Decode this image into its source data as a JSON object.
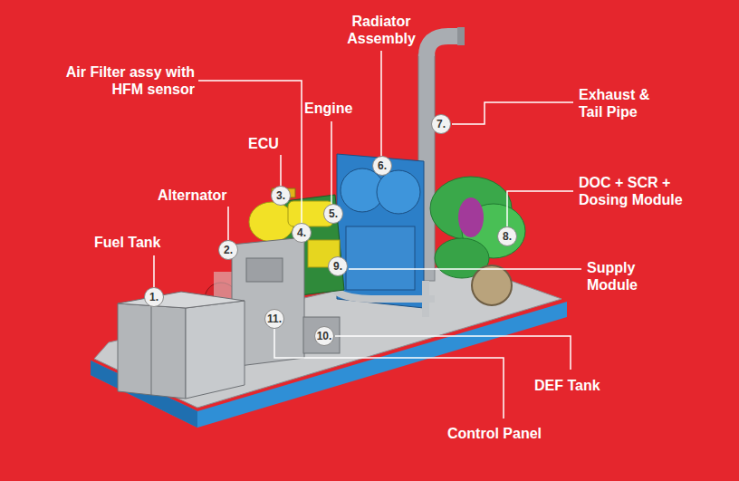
{
  "diagram": {
    "nodes": [
      {
        "text": [
          "1."
        ]
      },
      {
        "text": [
          "2."
        ]
      },
      {
        "text": [
          "3."
        ]
      },
      {
        "text": [
          "4."
        ]
      },
      {
        "text": [
          "5."
        ]
      },
      {
        "text": [
          "6."
        ]
      },
      {
        "text": [
          "7."
        ]
      },
      {
        "text": [
          "8."
        ]
      },
      {
        "text": [
          "9."
        ]
      },
      {
        "text": [
          "10."
        ]
      },
      {
        "text": [
          "11."
        ]
      }
    ],
    "labels": [
      "Radiator Assembly",
      "Air Filter assy with HFM sensor",
      "Engine",
      "ECU",
      "Exhaust & Tail Pipe",
      "Alternator",
      "DOC + SCR + Dosing Module",
      "Fuel Tank",
      "Supply Module",
      "DEF Tank",
      "Control Panel"
    ]
  }
}
